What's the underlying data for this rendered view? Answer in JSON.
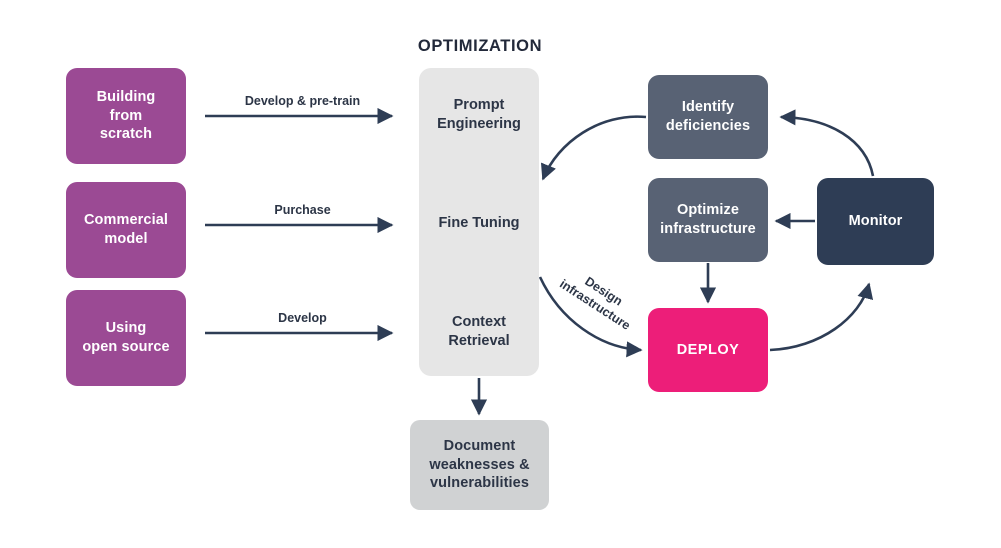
{
  "diagram": {
    "title": "OPTIMIZATION",
    "colors": {
      "source_box": "#9B4A94",
      "optimization_column": "#E6E6E6",
      "document_box": "#D0D2D3",
      "cycle_box": "#586274",
      "monitor_box": "#2E3D55",
      "deploy_box": "#ED1E79",
      "arrow": "#2E3D55",
      "dark_text": "#2c3546",
      "light_text": "#ffffff",
      "background": "#ffffff"
    },
    "sources": [
      {
        "label": "Building\nfrom\nscratch"
      },
      {
        "label": "Commercial\nmodel"
      },
      {
        "label": "Using\nopen source"
      }
    ],
    "source_edges": [
      {
        "label": "Develop & pre-train"
      },
      {
        "label": "Purchase"
      },
      {
        "label": "Develop"
      }
    ],
    "optimization_items": [
      {
        "label": "Prompt\nEngineering"
      },
      {
        "label": "Fine Tuning"
      },
      {
        "label": "Context\nRetrieval"
      }
    ],
    "document": {
      "label": "Document\nweaknesses &\nvulnerabilities"
    },
    "cycle": {
      "identify": "Identify\ndeficiencies",
      "optimize_infrastructure": "Optimize\ninfrastructure",
      "monitor": "Monitor",
      "deploy": "DEPLOY",
      "design_edge_label": "Design\ninfrastructure"
    }
  }
}
